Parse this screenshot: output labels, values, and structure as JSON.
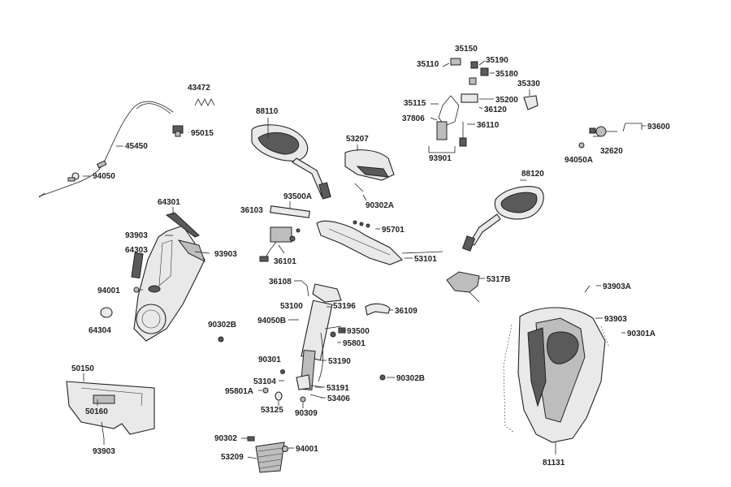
{
  "labels": [
    "43472",
    "95015",
    "45450",
    "94050",
    "64301",
    "93903",
    "93903",
    "64303",
    "94001",
    "64304",
    "88110",
    "36103",
    "93500A",
    "36101",
    "53207",
    "90302A",
    "95701",
    "53101",
    "35150",
    "35110",
    "35190",
    "35180",
    "35330",
    "35115",
    "35200",
    "36120",
    "37806",
    "36110",
    "93901",
    "93600",
    "94050A",
    "32620",
    "88120",
    "5317B",
    "36108",
    "53100",
    "53196",
    "94050B",
    "36109",
    "93500",
    "95801",
    "90302B",
    "90301",
    "53190",
    "53104",
    "53191",
    "95801A",
    "53406",
    "53125",
    "90309",
    "90302B",
    "93903A",
    "93903",
    "90301A",
    "50150",
    "50160",
    "93903",
    "90302",
    "94001",
    "53209",
    "81131"
  ]
}
